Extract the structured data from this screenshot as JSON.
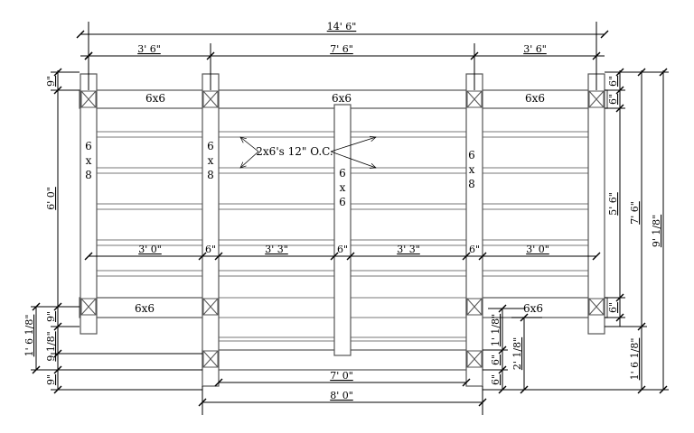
{
  "dimensions": {
    "overall_width": "14' 6\"",
    "span_left": "3' 6\"",
    "span_middle": "7' 6\"",
    "span_right": "3' 6\"",
    "left_top_offset": "9\"",
    "left_height": "6' 0\"",
    "left_beam_depth": "9\"",
    "left_lower_total": "1' 6 1/8\"",
    "left_lower_mid": "9 1/8\"",
    "left_bottom": "9\"",
    "right_top_a": "6\"",
    "right_top_b": "6\"",
    "right_mid": "5' 6\"",
    "right_total_inner": "7' 6\"",
    "right_total": "9' 1/8\"",
    "right_beam": "6\"",
    "right_lower_total": "1' 6 1/8\"",
    "center_a": "1' 1/8\"",
    "center_b": "2' 1/8\"",
    "center_c": "6\"",
    "center_d": "6\"",
    "bay_1": "3' 0\"",
    "post_gap_1": "6\"",
    "bay_2": "3' 3\"",
    "post_gap_2": "6\"",
    "bay_3": "3' 3\"",
    "post_gap_3": "6\"",
    "bay_4": "3' 0\"",
    "bottom_inner": "7' 0\"",
    "bottom_outer": "8' 0\""
  },
  "labels": {
    "beam_top_1": "6x6",
    "beam_top_2": "6x6",
    "beam_top_3": "6x6",
    "beam_bot_left": "6x6",
    "beam_bot_right": "6x6",
    "joists": "2x6's 12\" O.C.",
    "post_left": [
      "6",
      "x",
      "8"
    ],
    "post_inner_left": [
      "6",
      "x",
      "8"
    ],
    "post_center": [
      "6",
      "x",
      "6"
    ],
    "post_inner_right": [
      "6",
      "x",
      "8"
    ]
  }
}
